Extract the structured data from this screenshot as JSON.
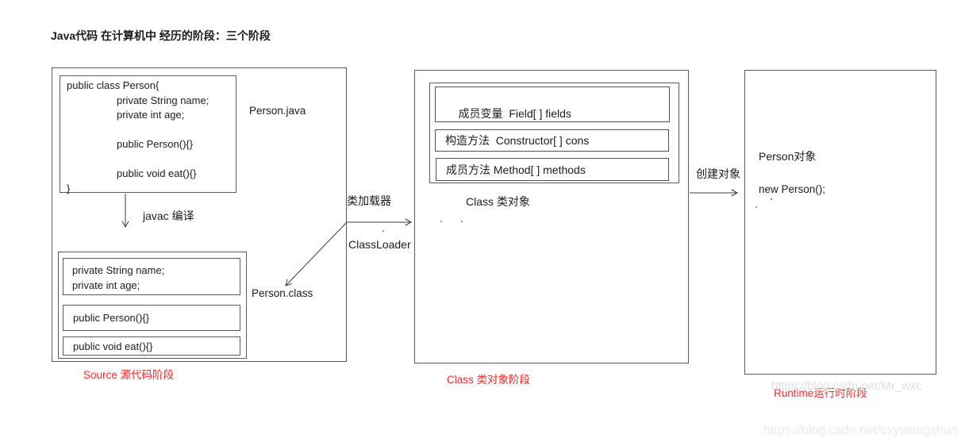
{
  "title": "Java代码 在计算机中 经历的阶段：三个阶段",
  "source_stage": {
    "java_file_label": "Person.java",
    "source_code": "public class Person{\n\tprivate String name;\n\tprivate int age;\n\n\tpublic Person(){}\n\n\tpublic void eat(){}\n}",
    "compile_arrow_label": "javac 编译",
    "bytecode_fields": "private String name;\nprivate int age;",
    "bytecode_constructor": "public Person(){}",
    "bytecode_method": "public void eat(){}",
    "class_file_label": "Person.class",
    "stage_label": "Source 源代码阶段"
  },
  "class_loader": {
    "label_cn": "类加载器",
    "label_en": "ClassLoader"
  },
  "class_stage": {
    "member_rows": [
      "成员变量  Field[ ] fields",
      "构造方法  Constructor[ ] cons",
      "成员方法 Method[ ] methods"
    ],
    "class_object_label": "Class 类对象",
    "stage_label": "Class 类对象阶段"
  },
  "runtime_stage": {
    "create_arrow_label": "创建对象",
    "object_label": "Person对象",
    "new_code": "new Person();",
    "stage_label": "Runtime运行时阶段"
  },
  "watermarks": {
    "overlay": "https://blog.csdn.net/Mr_wxc",
    "bottom": "https://blog.csdn.net/cxywangshun"
  },
  "colors": {
    "stage_label_red": "#ff2a2a",
    "border_gray": "#5a5a5a",
    "text_black": "#1c1c1c",
    "arrow_gray": "#3c3c3c",
    "watermark_gray": "#e2dfdf"
  }
}
